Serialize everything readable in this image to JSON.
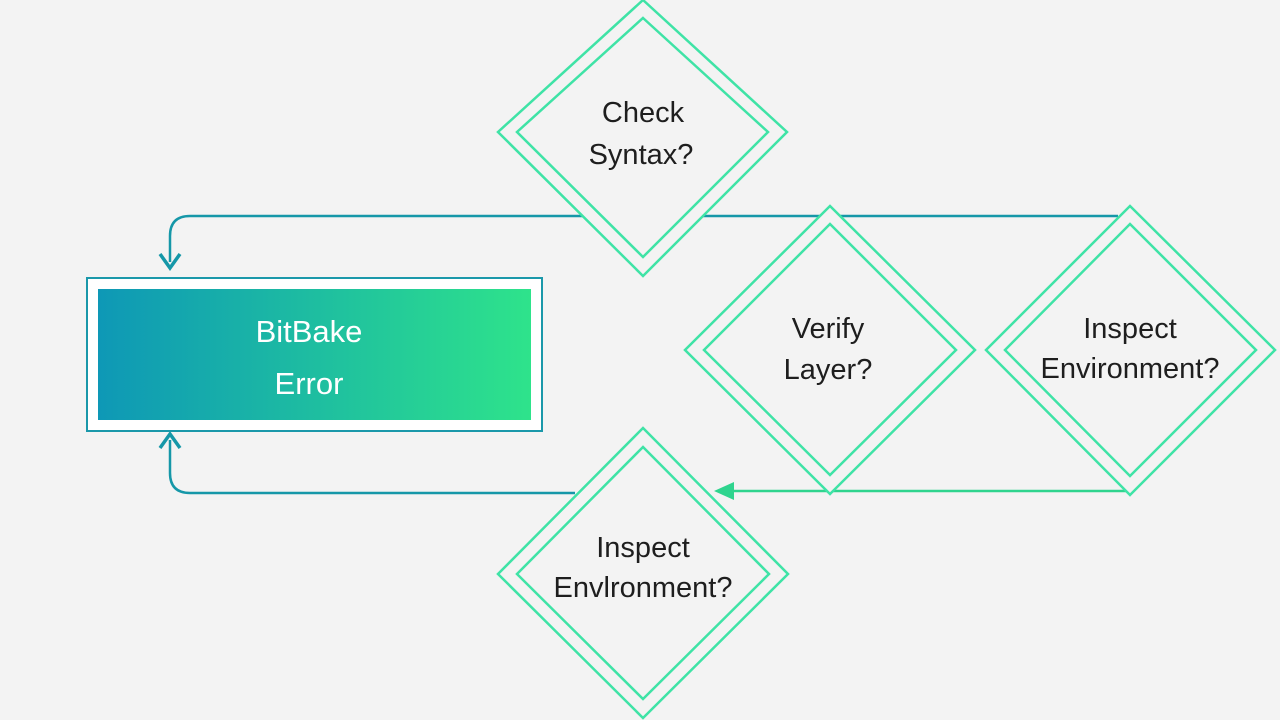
{
  "start": {
    "line1": "BitBake",
    "line2": "Error"
  },
  "decisions": {
    "check_syntax": {
      "line1": "Check",
      "line2": "Syntax?"
    },
    "verify_layer": {
      "line1": "Verify",
      "line2": "Layer?"
    },
    "inspect_env_right": {
      "line1": "Inspect",
      "line2": "Environment?"
    },
    "inspect_env_bottom": {
      "line1": "Inspect",
      "line2": "Envlronment?"
    }
  },
  "colors": {
    "background": "#f3f3f3",
    "diamond_stroke": "#3fe3a6",
    "connector_teal": "#1597a8",
    "connector_green": "#2fd48e",
    "start_gradient_left": "#0e98b6",
    "start_gradient_right": "#2ee38b",
    "start_border": "#1a98aa"
  }
}
